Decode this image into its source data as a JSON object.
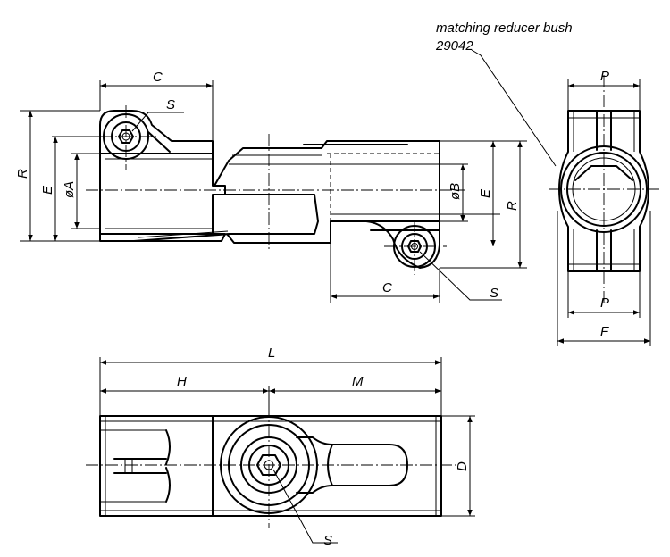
{
  "labels": {
    "note_line1": "matching reducer bush",
    "note_line2": "29042",
    "top_c": "C",
    "top_s": "S",
    "top_r": "R",
    "top_e": "E",
    "top_dia_a": "øA",
    "right_dia_b": "øB",
    "right_e": "E",
    "right_r": "R",
    "right_c": "C",
    "right_s": "S",
    "side_p_top": "P",
    "side_p_bottom": "P",
    "side_f": "F",
    "bottom_l": "L",
    "bottom_h": "H",
    "bottom_m": "M",
    "bottom_d": "D",
    "bottom_s": "S"
  }
}
